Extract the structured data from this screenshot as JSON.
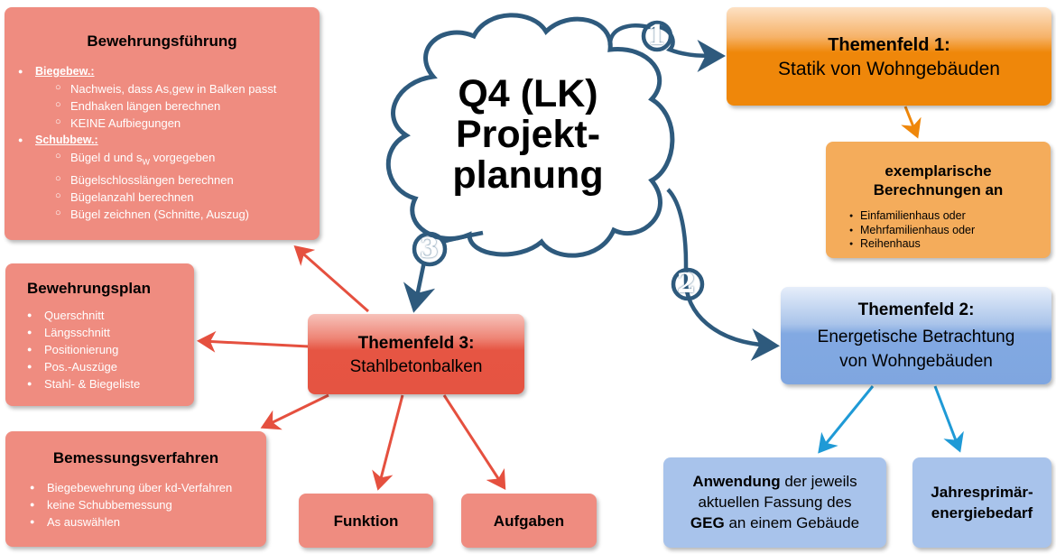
{
  "center": {
    "lines": [
      "Q4 (LK)",
      "Projekt-",
      "planung"
    ],
    "step_numbers": [
      "1",
      "2",
      "3"
    ]
  },
  "themenfeld1": {
    "heading": "Themenfeld 1:",
    "subtitle": "Statik von Wohngebäuden",
    "child": {
      "title_line1": "exemplarische",
      "title_line2": "Berechnungen an",
      "items": [
        "Einfamilienhaus oder",
        "Mehrfamilienhaus oder",
        "Reihenhaus"
      ]
    }
  },
  "themenfeld2": {
    "heading": "Themenfeld 2:",
    "subtitle_line1": "Energetische Betrachtung",
    "subtitle_line2": "von Wohngebäuden",
    "child_left": {
      "bold1": "Anwendung",
      "text1": " der jeweils",
      "line2": "aktuellen Fassung des",
      "bold3": "GEG",
      "text3": " an einem Gebäude"
    },
    "child_right": {
      "line1": "Jahresprimär-",
      "line2": "energiebedarf"
    }
  },
  "themenfeld3": {
    "heading": "Themenfeld 3:",
    "subtitle": "Stahlbetonbalken",
    "funktion": "Funktion",
    "aufgaben": "Aufgaben"
  },
  "bewehrungsfuehrung": {
    "title": "Bewehrungsführung",
    "groups": [
      {
        "label": "Biegebew.:",
        "items": [
          "Nachweis, dass As,gew in Balken passt",
          "Endhaken längen berechnen",
          "KEINE Aufbiegungen"
        ]
      },
      {
        "label": "Schubbew.:",
        "items_pre": "Bügel d und s",
        "items_sub": "W",
        "items_post": " vorgegeben",
        "items": [
          "Bügelschlosslängen berechnen",
          "Bügelanzahl berechnen",
          "Bügel zeichnen (Schnitte, Auszug)"
        ]
      }
    ]
  },
  "bewehrungsplan": {
    "title": "Bewehrungsplan",
    "items": [
      "Querschnitt",
      "Längsschnitt",
      "Positionierung",
      "Pos.-Auszüge",
      "Stahl- & Biegeliste"
    ]
  },
  "bemessungsverfahren": {
    "title": "Bemessungsverfahren",
    "items": [
      "Biegebewehrung über kd-Verfahren",
      "keine Schubbemessung",
      "As auswählen"
    ]
  },
  "colors": {
    "cloud_stroke": "#2e5a7d",
    "red_arrow": "#e5503f",
    "orange_arrow": "#ef870a",
    "blue_arrow": "#1f9ad6",
    "salmon_box": "#ef8c80",
    "light_orange_box": "#f4ac5b",
    "light_blue_box": "#a8c3eb"
  }
}
